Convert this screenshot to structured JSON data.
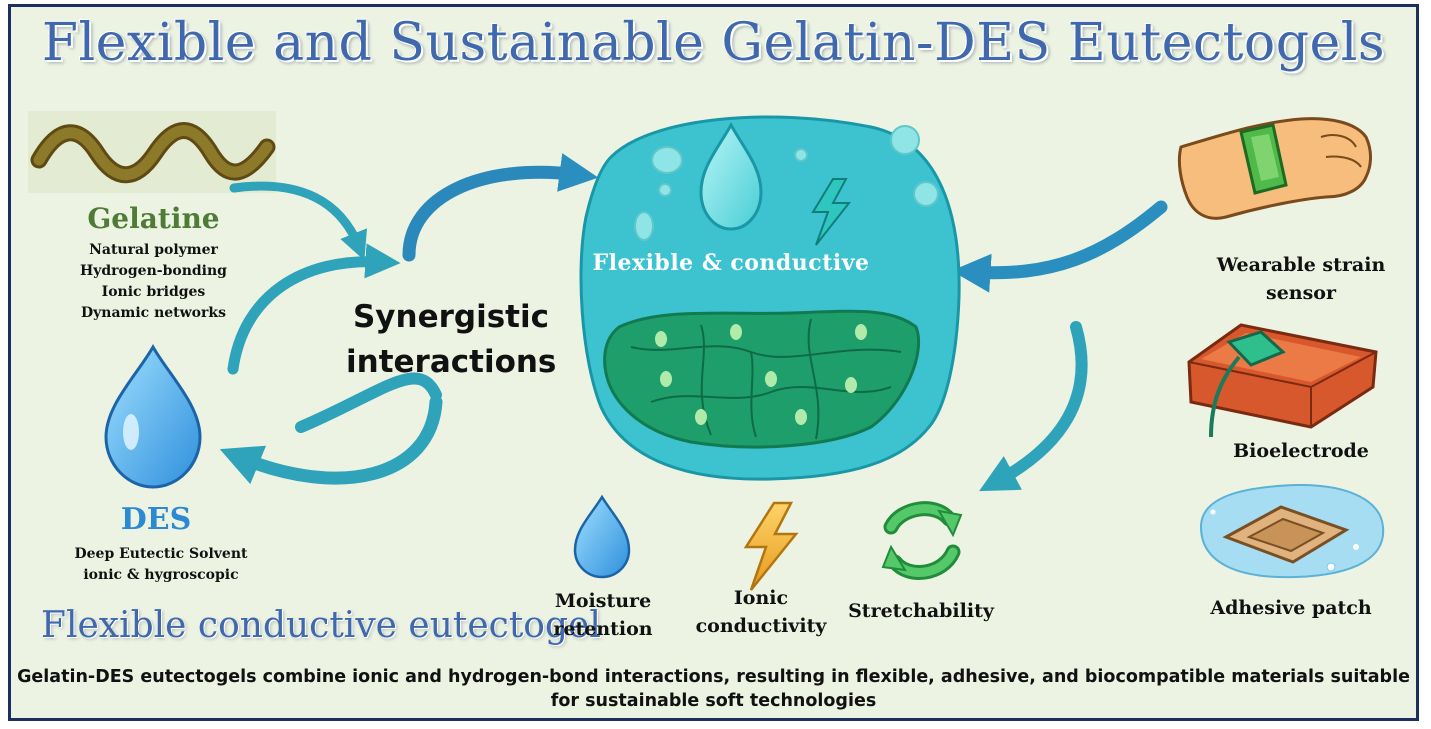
{
  "title": "Flexible and Sustainable Gelatin-DES Eutectogels",
  "gelatine": {
    "title": "Gelatine",
    "features": [
      "Natural polymer",
      "Hydrogen-bonding",
      "Ionic bridges",
      "Dynamic networks"
    ]
  },
  "center_label": "Synergistic interactions",
  "des": {
    "title": "DES",
    "line1": "Deep Eutectic Solvent",
    "line2": "ionic & hygroscopic"
  },
  "gel": {
    "label": "Flexible & conductive"
  },
  "subtitle": "Flexible conductive eutectogel",
  "properties": [
    {
      "label": "Moisture retention",
      "icon": "water-drop-icon"
    },
    {
      "label": "Ionic conductivity",
      "icon": "lightning-icon"
    },
    {
      "label": "Stretchability",
      "icon": "recycle-arrows-icon"
    }
  ],
  "applications": [
    {
      "label": "Wearable strain sensor",
      "icon": "wrist-sensor-icon"
    },
    {
      "label": "Bioelectrode",
      "icon": "bioelectrode-icon"
    },
    {
      "label": "Adhesive patch",
      "icon": "adhesive-patch-icon"
    }
  ],
  "caption": "Gelatin-DES eutectogels combine ionic and hydrogen-bond interactions, resulting in flexible, adhesive, and biocompatible materials suitable for sustainable soft technologies",
  "colors": {
    "title": "#3f68ad",
    "gelatine": "#4e7b35",
    "des": "#2b8ad2",
    "gel_body": "#3cc3cf",
    "gel_network": "#1e9e6a",
    "arrows": "#2a9fb8",
    "background": "#ecf3e2",
    "border": "#1d2f5e"
  }
}
